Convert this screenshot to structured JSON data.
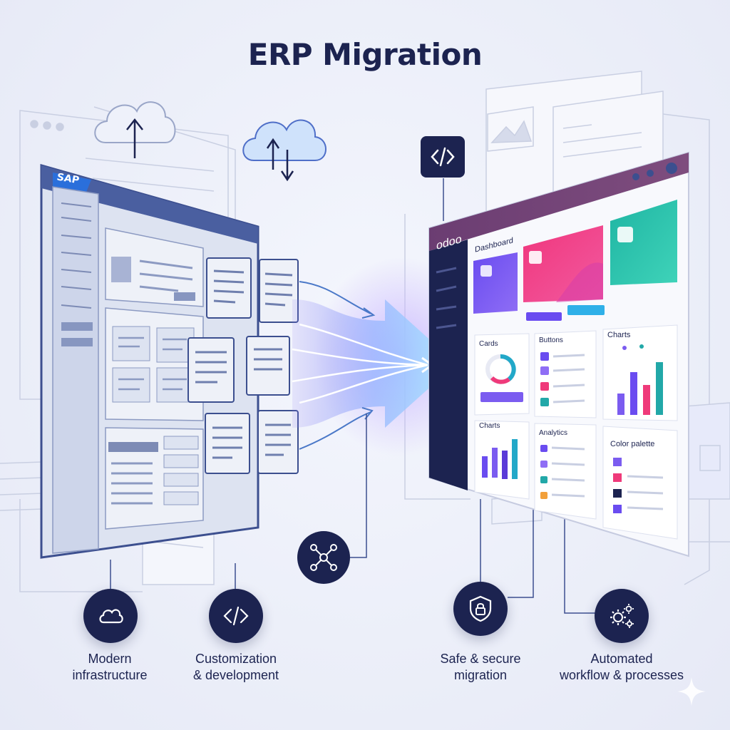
{
  "title": "ERP Migration",
  "source_system": {
    "brand": "SAP",
    "brand_color": "#2a6fdb"
  },
  "target_system": {
    "brand": "odoo",
    "brand_color": "#7a4d7a",
    "dashboard": {
      "heading": "Dashboard",
      "widgets": [
        {
          "title": "Cards"
        },
        {
          "title": "Buttons"
        },
        {
          "title": "Charts"
        },
        {
          "title": "Charts"
        },
        {
          "title": "Analytics"
        },
        {
          "title": "Color palette"
        }
      ],
      "palette_colors": [
        "#7b5cf0",
        "#ef3a7a",
        "#1c2350",
        "#22a8a8"
      ]
    }
  },
  "features": [
    {
      "icon": "cloud-icon",
      "line1": "Modern",
      "line2": "infrastructure"
    },
    {
      "icon": "code-icon",
      "line1": "Customization",
      "line2": "& development"
    },
    {
      "icon": "shield-lock-icon",
      "line1": "Safe & secure",
      "line2": "migration"
    },
    {
      "icon": "gears-icon",
      "line1": "Automated",
      "line2": "workflow & processes"
    }
  ],
  "colors": {
    "navy": "#1c2350",
    "arrow_start": "#6f7de8",
    "arrow_end": "#9fe6ff",
    "purple": "#6a4cf0",
    "pink": "#f0367c",
    "teal": "#22b8a6"
  }
}
